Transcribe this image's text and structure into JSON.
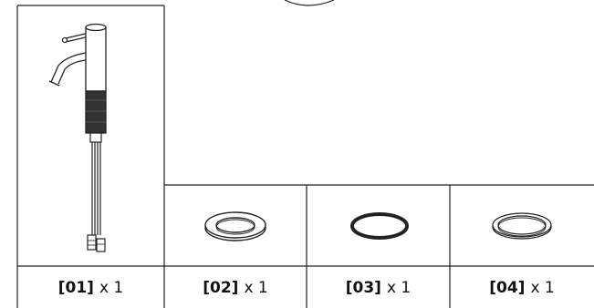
{
  "parts": [
    {
      "code": "[01]",
      "qty": "x 1",
      "icon": "tall-basin-faucet-icon"
    },
    {
      "code": "[02]",
      "qty": "x 1",
      "icon": "flat-washer-icon"
    },
    {
      "code": "[03]",
      "qty": "x 1",
      "icon": "o-ring-icon"
    },
    {
      "code": "[04]",
      "qty": "x 1",
      "icon": "thin-ring-icon"
    }
  ],
  "colors": {
    "line": "#222222",
    "rubber": "#333333"
  }
}
